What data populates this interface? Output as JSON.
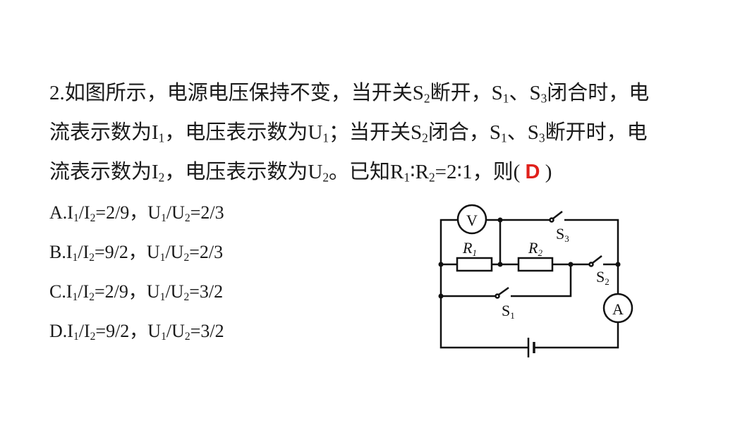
{
  "question": {
    "lines": [
      [
        {
          "t": "2.如图所示，电源电压保持不变，当开关S"
        },
        {
          "s": "2"
        },
        {
          "t": "断开，S"
        },
        {
          "s": "1"
        },
        {
          "t": "、S"
        },
        {
          "s": "3"
        },
        {
          "t": "闭合时，电"
        }
      ],
      [
        {
          "t": "流表示数为I"
        },
        {
          "s": "1"
        },
        {
          "t": "，电压表示数为U"
        },
        {
          "s": "1"
        },
        {
          "t": "；当开关S"
        },
        {
          "s": "2"
        },
        {
          "t": "闭合，S"
        },
        {
          "s": "1"
        },
        {
          "t": "、S"
        },
        {
          "s": "3"
        },
        {
          "t": "断开时，电"
        }
      ],
      [
        {
          "t": "流表示数为I"
        },
        {
          "s": "2"
        },
        {
          "t": "，电压表示数为U"
        },
        {
          "s": "2"
        },
        {
          "t": "。已知R"
        },
        {
          "s": "1"
        },
        {
          "t": "∶R"
        },
        {
          "s": "2"
        },
        {
          "t": "=2∶1，则( "
        },
        {
          "a": "D"
        },
        {
          "t": " )"
        }
      ]
    ]
  },
  "options": [
    [
      {
        "t": "A.I"
      },
      {
        "s": "1"
      },
      {
        "t": "/I"
      },
      {
        "s": "2"
      },
      {
        "t": "=2/9，U"
      },
      {
        "s": "1"
      },
      {
        "t": "/U"
      },
      {
        "s": "2"
      },
      {
        "t": "=2/3"
      }
    ],
    [
      {
        "t": "B.I"
      },
      {
        "s": "1"
      },
      {
        "t": "/I"
      },
      {
        "s": "2"
      },
      {
        "t": "=9/2，U"
      },
      {
        "s": "1"
      },
      {
        "t": "/U"
      },
      {
        "s": "2"
      },
      {
        "t": "=2/3"
      }
    ],
    [
      {
        "t": "C.I"
      },
      {
        "s": "1"
      },
      {
        "t": "/I"
      },
      {
        "s": "2"
      },
      {
        "t": "=2/9，U"
      },
      {
        "s": "1"
      },
      {
        "t": "/U"
      },
      {
        "s": "2"
      },
      {
        "t": "=3/2"
      }
    ],
    [
      {
        "t": "D.I"
      },
      {
        "s": "1"
      },
      {
        "t": "/I"
      },
      {
        "s": "2"
      },
      {
        "t": "=9/2，U"
      },
      {
        "s": "1"
      },
      {
        "t": "/U"
      },
      {
        "s": "2"
      },
      {
        "t": "=3/2"
      }
    ]
  ],
  "circuit": {
    "voltmeter": "V",
    "ammeter": "A",
    "r1": {
      "letter": "R",
      "sub": "1"
    },
    "r2": {
      "letter": "R",
      "sub": "2"
    },
    "s1": {
      "letter": "S",
      "sub": "1"
    },
    "s2": {
      "letter": "S",
      "sub": "2"
    },
    "s3": {
      "letter": "S",
      "sub": "3"
    }
  },
  "colors": {
    "answer": "#e0201b"
  }
}
